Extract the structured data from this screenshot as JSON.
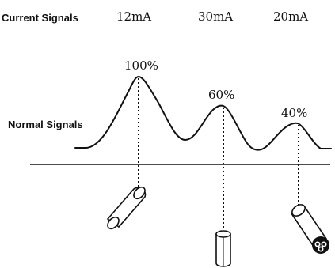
{
  "header": {
    "current_label": "Current Signals",
    "currents": [
      "12mA",
      "30mA",
      "20mA"
    ]
  },
  "diagram": {
    "normal_label": "Normal Signals",
    "peaks": [
      "100%",
      "60%",
      "40%"
    ]
  },
  "colors": {
    "ink": "#111111",
    "background": "#ffffff"
  }
}
